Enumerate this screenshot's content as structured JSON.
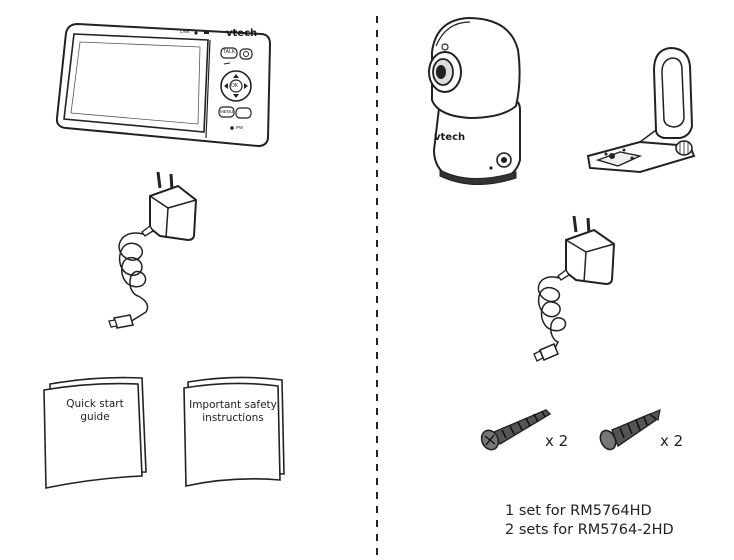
{
  "monitor": {
    "brand": "vtech",
    "buttons": {
      "talk": "TALK",
      "menu": "MENU",
      "ok": "OK"
    },
    "status_labels": {
      "link": "LINK",
      "power": "PW"
    }
  },
  "camera": {
    "brand": "vtech"
  },
  "booklets": {
    "quick_start": "Quick start  guide",
    "safety_line1": "Important safety",
    "safety_line2": "instructions"
  },
  "hardware": {
    "screw_qty": "x 2",
    "anchor_qty": "x 2"
  },
  "sets": {
    "line1": "1 set for RM5764HD",
    "line2": "2 sets for RM5764-2HD"
  },
  "icons": [
    "monitor-illustration",
    "power-adapter-icon",
    "camera-illustration",
    "wall-mount-icon",
    "screw-icon",
    "wall-anchor-icon",
    "booklet-icon"
  ]
}
